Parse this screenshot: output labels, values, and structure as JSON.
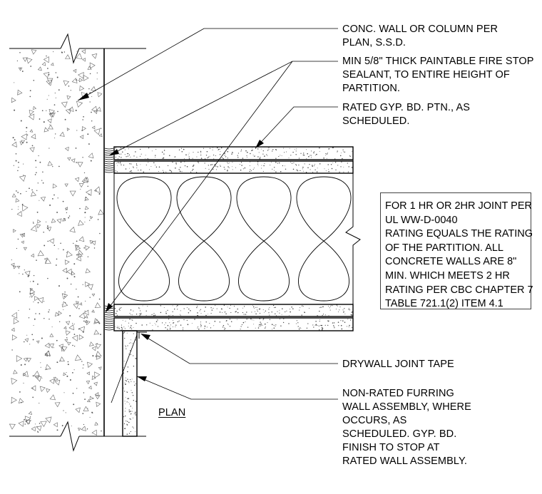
{
  "notes": {
    "conc_wall": [
      "CONC. WALL OR COLUMN PER",
      "PLAN, S.S.D."
    ],
    "sealant": [
      "MIN 5/8\" THICK PAINTABLE FIRE STOP",
      "SEALANT, TO ENTIRE HEIGHT OF",
      "PARTITION."
    ],
    "gyp_bd": [
      "RATED GYP. BD. PTN., AS",
      "SCHEDULED."
    ],
    "rating": [
      "FOR 1 HR OR 2HR JOINT PER",
      "UL WW-D-0040",
      "RATING EQUALS THE RATING",
      "OF THE PARTITION. ALL",
      "CONCRETE WALLS ARE 8\"",
      "MIN. WHICH MEETS 2 HR",
      "RATING PER CBC CHAPTER 7",
      "TABLE 721.1(2) ITEM 4.1"
    ],
    "joint_tape": [
      "DRYWALL JOINT TAPE"
    ],
    "furring": [
      "NON-RATED FURRING",
      "WALL ASSEMBLY, WHERE",
      "OCCURS, AS",
      "SCHEDULED.  GYP. BD.",
      "FINISH TO STOP AT",
      "RATED WALL ASSEMBLY."
    ]
  },
  "view_title": "PLAN"
}
